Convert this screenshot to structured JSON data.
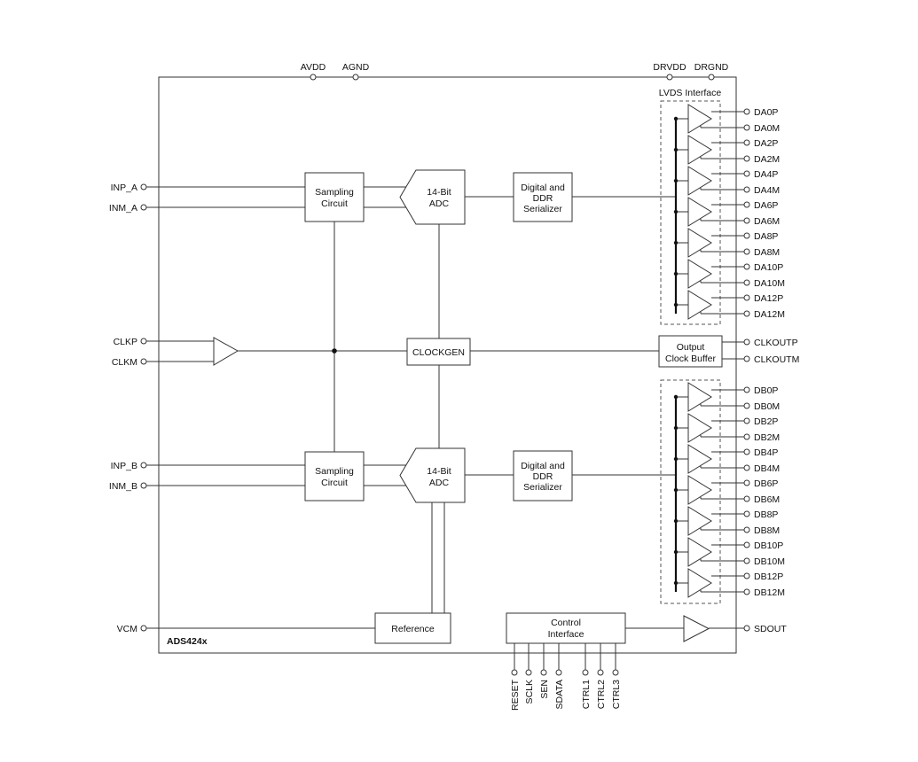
{
  "chip_name": "ADS424x",
  "power_pins": {
    "avdd": "AVDD",
    "agnd": "AGND",
    "drvdd": "DRVDD",
    "drgnd": "DRGND"
  },
  "blocks": {
    "sampling_a": [
      "Sampling",
      "Circuit"
    ],
    "adc_a": [
      "14-Bit",
      "ADC"
    ],
    "ser_a": [
      "Digital and",
      "DDR",
      "Serializer"
    ],
    "clockgen": "CLOCKGEN",
    "out_clk": [
      "Output",
      "Clock Buffer"
    ],
    "sampling_b": [
      "Sampling",
      "Circuit"
    ],
    "adc_b": [
      "14-Bit",
      "ADC"
    ],
    "ser_b": [
      "Digital and",
      "DDR",
      "Serializer"
    ],
    "reference": "Reference",
    "control": [
      "Control",
      "Interface"
    ]
  },
  "lvds_label": "LVDS Interface",
  "left_pins": {
    "inp_a": "INP_A",
    "inm_a": "INM_A",
    "clkp": "CLKP",
    "clkm": "CLKM",
    "inp_b": "INP_B",
    "inm_b": "INM_B",
    "vcm": "VCM"
  },
  "da_pins": [
    "DA0P",
    "DA0M",
    "DA2P",
    "DA2M",
    "DA4P",
    "DA4M",
    "DA6P",
    "DA6M",
    "DA8P",
    "DA8M",
    "DA10P",
    "DA10M",
    "DA12P",
    "DA12M"
  ],
  "db_pins": [
    "DB0P",
    "DB0M",
    "DB2P",
    "DB2M",
    "DB4P",
    "DB4M",
    "DB6P",
    "DB6M",
    "DB8P",
    "DB8M",
    "DB10P",
    "DB10M",
    "DB12P",
    "DB12M"
  ],
  "clk_out_pins": [
    "CLKOUTP",
    "CLKOUTM"
  ],
  "sdout": "SDOUT",
  "ctrl_pins": [
    "RESET",
    "SCLK",
    "SEN",
    "SDATA",
    "CTRL1",
    "CTRL2",
    "CTRL3"
  ]
}
